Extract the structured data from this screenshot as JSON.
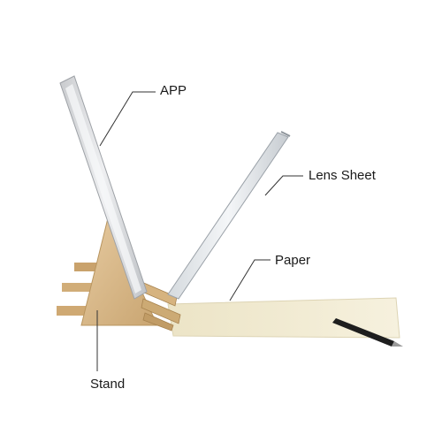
{
  "labels": {
    "app": "APP",
    "lens_sheet": "Lens Sheet",
    "paper": "Paper",
    "stand": "Stand"
  },
  "colors": {
    "background": "#ffffff",
    "wood": "#d8b98a",
    "wood_dark": "#b8955f",
    "paper": "#f1ebd2",
    "tablet_frame": "#d9dadc",
    "tablet_screen": "#f6f7f8",
    "lens": "#e4e8ec",
    "leader_line": "#333333",
    "pen": "#1c1c1c"
  }
}
